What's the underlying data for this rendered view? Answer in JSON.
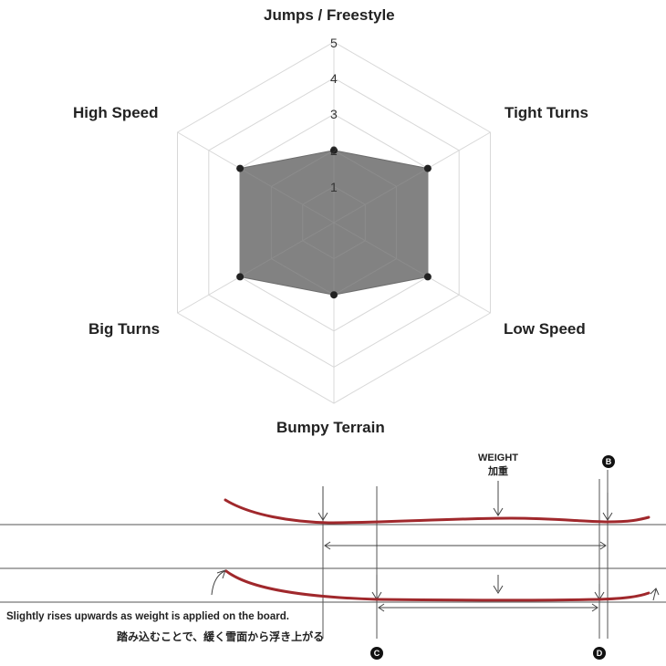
{
  "chart_data": {
    "type": "radar",
    "axes": [
      "Jumps / Freestyle",
      "Tight Turns",
      "Low Speed",
      "Bumpy Terrain",
      "Big Turns",
      "High Speed"
    ],
    "values": [
      2,
      3,
      3,
      2,
      3,
      3
    ],
    "r_ticks": [
      "1",
      "2",
      "3",
      "4",
      "5"
    ],
    "r_max": 5,
    "fill_color": "#808080",
    "grid_color": "#d8d8d8"
  },
  "diagram": {
    "weight_label": "WEIGHT",
    "weight_label_jp": "加重",
    "note_en": "Slightly rises upwards as weight is applied on the board.",
    "note_jp": "踏み込むことで、緩く雪面から浮き上がる",
    "badges": [
      "B",
      "C",
      "D"
    ],
    "profile_color": "#a0282c"
  }
}
